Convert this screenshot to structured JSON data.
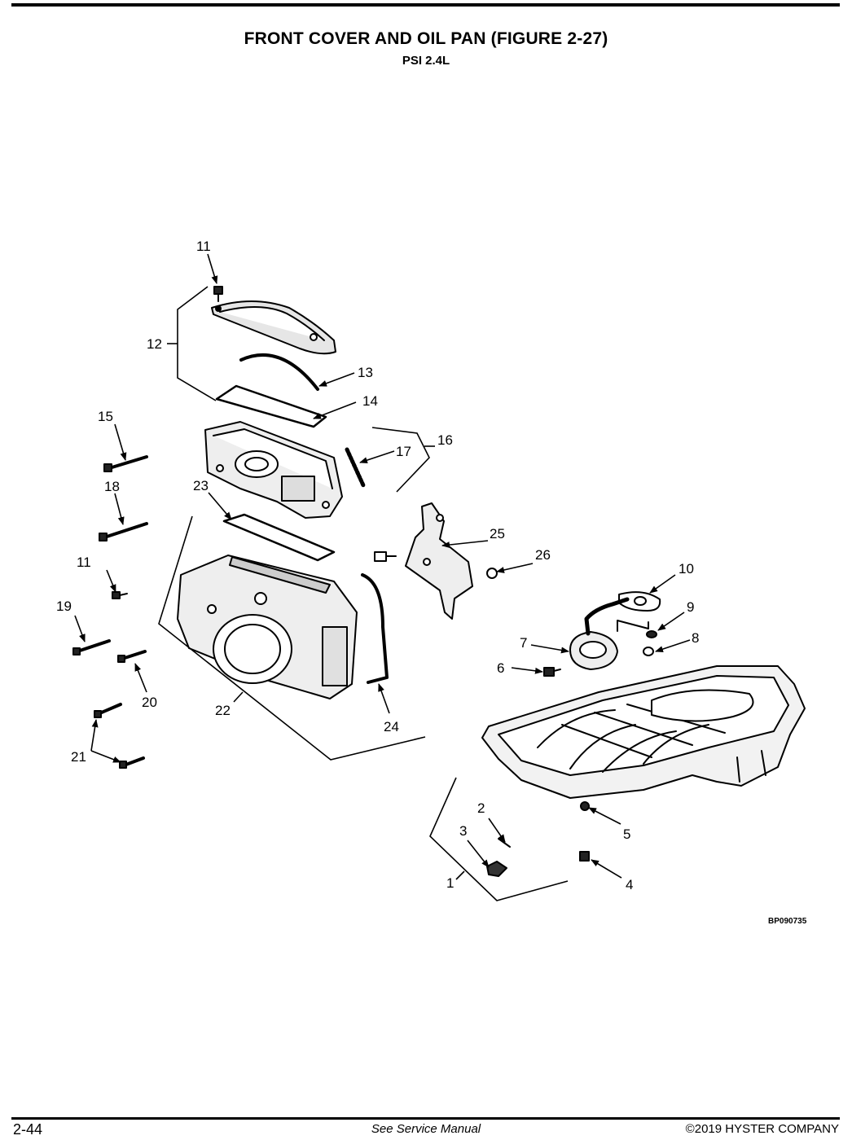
{
  "page": {
    "title": "FRONT COVER AND OIL PAN (FIGURE 2-27)",
    "subtitle": "PSI 2.4L",
    "figure_id": "BP090735"
  },
  "callouts": {
    "c1": "1",
    "c2": "2",
    "c3": "3",
    "c4": "4",
    "c5": "5",
    "c6": "6",
    "c7": "7",
    "c8": "8",
    "c9": "9",
    "c10": "10",
    "c11a": "11",
    "c11b": "11",
    "c12": "12",
    "c13": "13",
    "c14": "14",
    "c15": "15",
    "c16": "16",
    "c17": "17",
    "c18": "18",
    "c19": "19",
    "c20": "20",
    "c21": "21",
    "c22": "22",
    "c23": "23",
    "c24": "24",
    "c25": "25",
    "c26": "26"
  },
  "footer": {
    "page_number": "2-44",
    "center": "See Service Manual",
    "copyright": "©2019 HYSTER COMPANY"
  }
}
